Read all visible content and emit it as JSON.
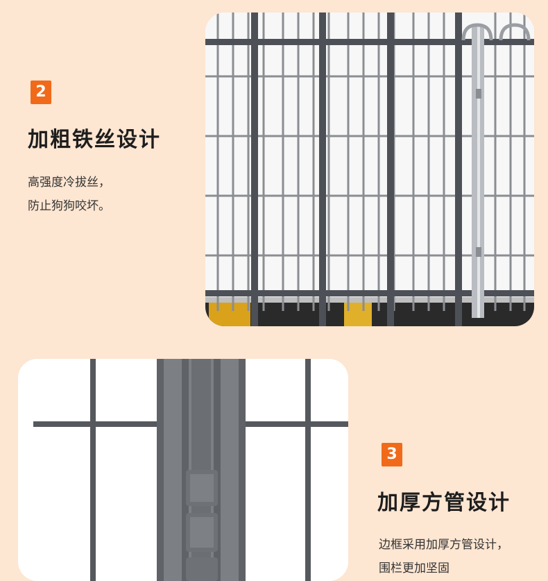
{
  "section2": {
    "number": "2",
    "title": "加粗铁丝设计",
    "lines": [
      "高强度冷拔丝，",
      "防止狗狗咬坏。"
    ]
  },
  "section3": {
    "number": "3",
    "title": "加厚方管设计",
    "lines": [
      "边框采用加厚方管设计，",
      "围栏更加坚固"
    ]
  },
  "colors": {
    "background": "#fde6d2",
    "accent": "#f06a1a",
    "wire": "#4d5157",
    "frame": "#7c7f83"
  }
}
